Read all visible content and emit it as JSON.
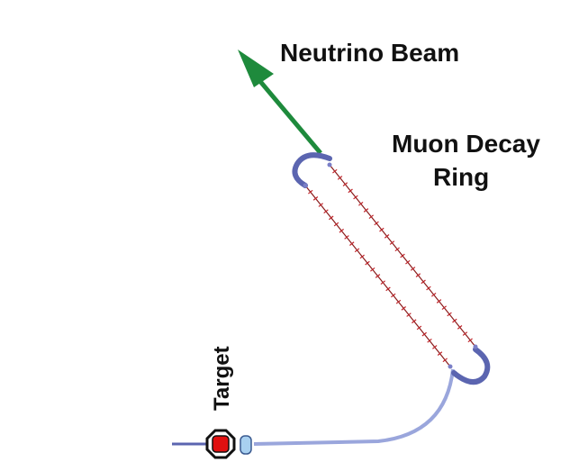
{
  "labels": {
    "neutrino_beam": "Neutrino Beam",
    "decay_ring_line1": "Muon Decay",
    "decay_ring_line2": "Ring",
    "target": "Target"
  },
  "colors": {
    "beam_arrow": "#1e8a3c",
    "ring_blue": "#5b65b0",
    "beamline_blue": "#9aa6dc",
    "lattice_red": "#c0242a",
    "target_red": "#e01010"
  }
}
